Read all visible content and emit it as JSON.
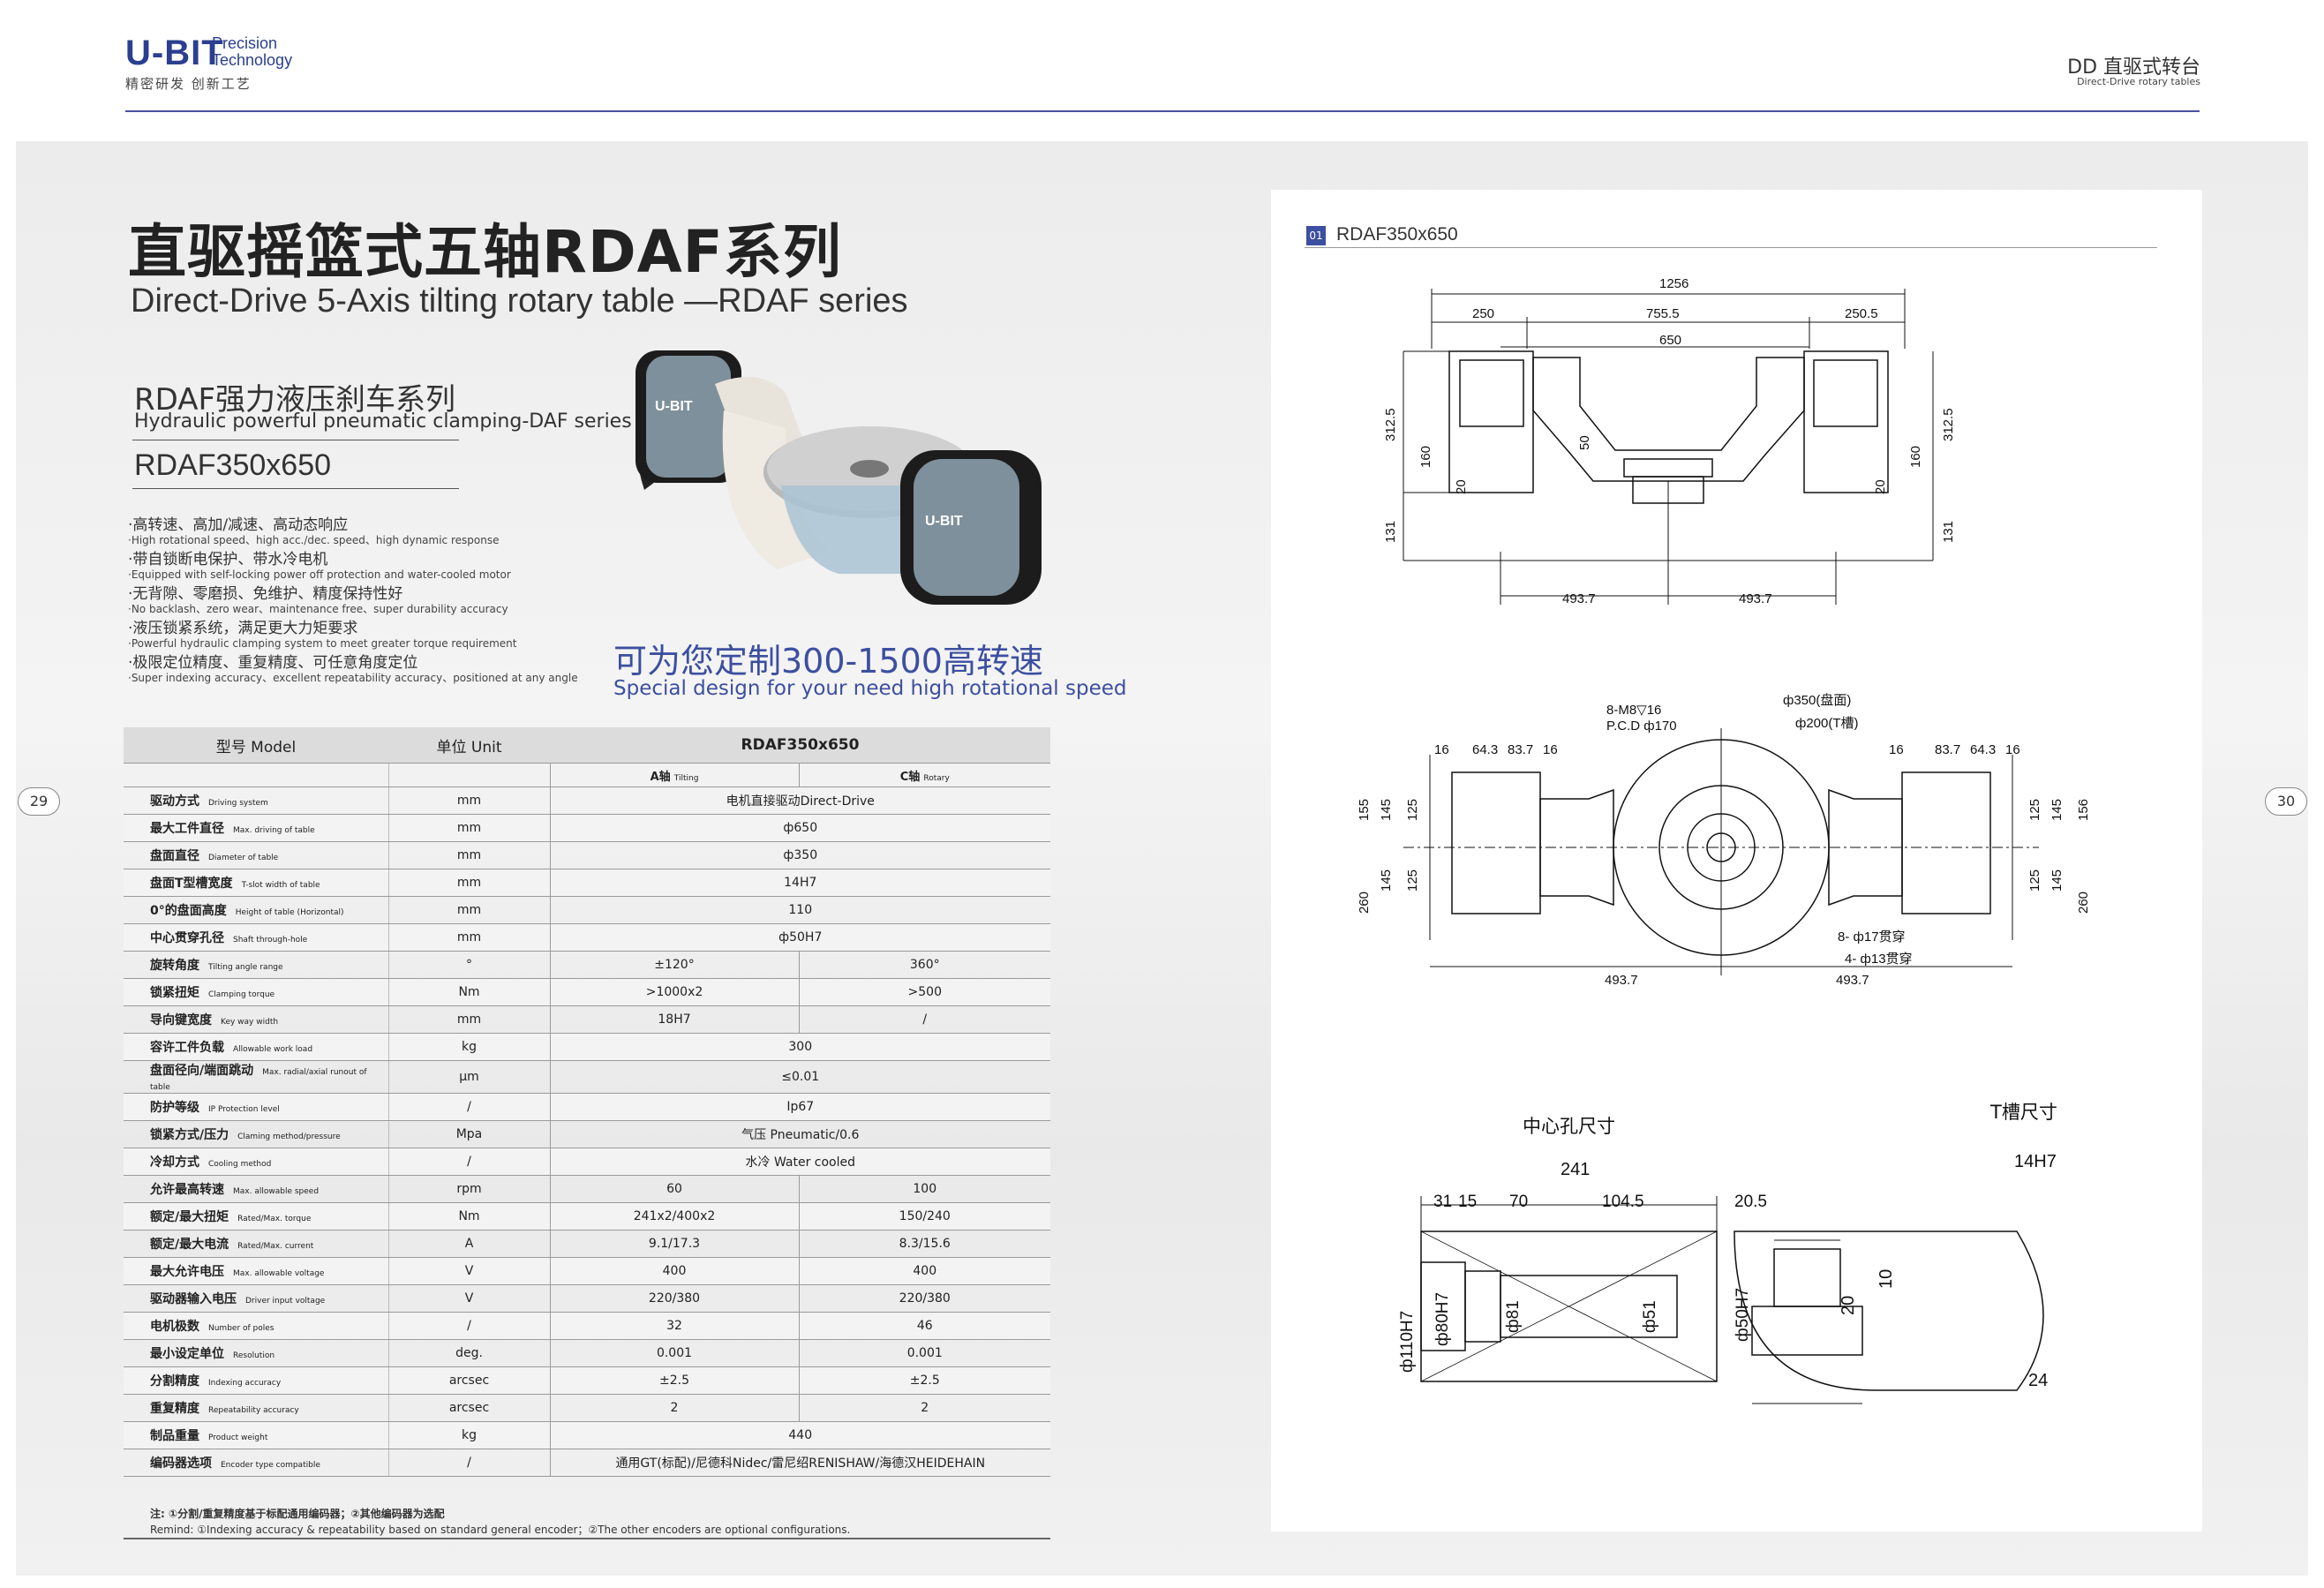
{
  "header": {
    "logo": "U-BIT",
    "logo_sub_1": "Precision",
    "logo_sub_2": "Technology",
    "slogan": "精密研发 创新工艺",
    "title": "DD 直驱式转台",
    "subtitle": "Direct-Drive rotary tables"
  },
  "page_numbers": {
    "left": "29",
    "right": "30"
  },
  "titles": {
    "cn": "直驱摇篮式五轴RDAF系列",
    "en": "Direct-Drive 5-Axis tilting rotary table —RDAF series"
  },
  "series": {
    "cn": "RDAF强力液压刹车系列",
    "en": "Hydraulic powerful pneumatic clamping-DAF series",
    "model": "RDAF350x650"
  },
  "product_image": {
    "logo_text_1": "U-BIT",
    "logo_text_2": "U-BIT"
  },
  "features": [
    {
      "cn": "·高转速、高加/减速、高动态响应",
      "en": "·High rotational speed、high acc./dec. speed、high dynamic response"
    },
    {
      "cn": "·带自锁断电保护、带水冷电机",
      "en": "·Equipped with self-locking power off protection and water-cooled motor"
    },
    {
      "cn": "·无背隙、零磨损、免维护、精度保持性好",
      "en": "·No backlash、zero wear、maintenance free、super durability accuracy"
    },
    {
      "cn": "·液压锁紧系统，满足更大力矩要求",
      "en": "·Powerful hydraulic clamping system to meet greater torque requirement"
    },
    {
      "cn": "·极限定位精度、重复精度、可任意角度定位",
      "en": "·Super indexing accuracy、excellent repeatability accuracy、positioned at any angle"
    }
  ],
  "promo": {
    "cn": "可为您定制300-1500高转速",
    "en": "Special design for your need high rotational speed"
  },
  "table": {
    "col_model": "型号 Model",
    "col_unit": "单位 Unit",
    "col_value": "RDAF350x650",
    "sub_a": "A轴",
    "sub_a_en": "Tilting",
    "sub_c": "C轴",
    "sub_c_en": "Rotary",
    "rows": [
      {
        "cn": "驱动方式",
        "en": "Driving system",
        "unit": "mm",
        "v": "电机直接驱动Direct-Drive"
      },
      {
        "cn": "最大工件直径",
        "en": "Max. driving of table",
        "unit": "mm",
        "v": "ф650"
      },
      {
        "cn": "盘面直径",
        "en": "Diameter of table",
        "unit": "mm",
        "v": "ф350"
      },
      {
        "cn": "盘面T型槽宽度",
        "en": "T-slot width of table",
        "unit": "mm",
        "v": "14H7"
      },
      {
        "cn": "0°的盘面高度",
        "en": "Height of table (Horizontal)",
        "unit": "mm",
        "v": "110"
      },
      {
        "cn": "中心贯穿孔径",
        "en": "Shaft through-hole",
        "unit": "mm",
        "v": "ф50H7"
      },
      {
        "cn": "旋转角度",
        "en": "Tilting angle range",
        "unit": "°",
        "a": "±120°",
        "c": "360°"
      },
      {
        "cn": "锁紧扭矩",
        "en": "Clamping torque",
        "unit": "Nm",
        "a": ">1000x2",
        "c": ">500"
      },
      {
        "cn": "导向键宽度",
        "en": "Key way width",
        "unit": "mm",
        "a": "18H7",
        "c": "/"
      },
      {
        "cn": "容许工件负载",
        "en": "Allowable work load",
        "unit": "kg",
        "v": "300"
      },
      {
        "cn": "盘面径向/端面跳动",
        "en": "Max. radial/axial runout of table",
        "unit": "µm",
        "v": "≤0.01"
      },
      {
        "cn": "防护等级",
        "en": "IP Protection level",
        "unit": "/",
        "v": "Ip67"
      },
      {
        "cn": "锁紧方式/压力",
        "en": "Claming method/pressure",
        "unit": "Mpa",
        "v": "气压 Pneumatic/0.6"
      },
      {
        "cn": "冷却方式",
        "en": "Cooling method",
        "unit": "/",
        "v": "水冷 Water cooled"
      },
      {
        "cn": "允许最高转速",
        "en": "Max. allowable speed",
        "unit": "rpm",
        "a": "60",
        "c": "100"
      },
      {
        "cn": "额定/最大扭矩",
        "en": "Rated/Max. torque",
        "unit": "Nm",
        "a": "241x2/400x2",
        "c": "150/240"
      },
      {
        "cn": "额定/最大电流",
        "en": "Rated/Max. current",
        "unit": "A",
        "a": "9.1/17.3",
        "c": "8.3/15.6"
      },
      {
        "cn": "最大允许电压",
        "en": "Max. allowable voltage",
        "unit": "V",
        "a": "400",
        "c": "400"
      },
      {
        "cn": "驱动器输入电压",
        "en": "Driver input voltage",
        "unit": "V",
        "a": "220/380",
        "c": "220/380"
      },
      {
        "cn": "电机极数",
        "en": "Number of poles",
        "unit": "/",
        "a": "32",
        "c": "46"
      },
      {
        "cn": "最小设定单位",
        "en": "Resolution",
        "unit": "deg.",
        "a": "0.001",
        "c": "0.001"
      },
      {
        "cn": "分割精度",
        "en": "Indexing accuracy",
        "unit": "arcsec",
        "a": "±2.5",
        "c": "±2.5"
      },
      {
        "cn": "重复精度",
        "en": "Repeatability accuracy",
        "unit": "arcsec",
        "a": "2",
        "c": "2"
      },
      {
        "cn": "制品重量",
        "en": "Product weight",
        "unit": "kg",
        "v": "440"
      },
      {
        "cn": "编码器选项",
        "en": "Encoder type compatible",
        "unit": "/",
        "v": "通用GT(标配)/尼德科Nidec/雷尼绍RENISHAW/海德汉HEIDEHAIN"
      }
    ],
    "remark_cn": "注: ①分割/重复精度基于标配通用编码器；②其他编码器为选配",
    "remark_en": "Remind: ①Indexing accuracy & repeatability based on standard general encoder；②The other encoders are optional configurations."
  },
  "drawing": {
    "tag": "01",
    "title": "RDAF350x650",
    "front": {
      "d_total": "1256",
      "d_left": "250",
      "d_mid": "755.5",
      "d_right": "250.5",
      "d_inner": "650",
      "h_left": "312.5",
      "h_right": "312.5",
      "h_160l": "160",
      "h_160r": "160",
      "h_20l": "20",
      "h_20r": "20",
      "h_50": "50",
      "h_131l": "131",
      "h_131r": "131",
      "b_left": "493.7",
      "b_right": "493.7"
    },
    "top": {
      "c1": "8-M8▽16",
      "c2": "P.C.D ф170",
      "c3": "ф350(盘面)",
      "c4": "ф200(T槽)",
      "l16a": "16",
      "l64": "64.3",
      "l83": "83.7",
      "l16b": "16",
      "r16a": "16",
      "r83": "83.7",
      "r64": "64.3",
      "r16b": "16",
      "v155": "155",
      "v145a": "145",
      "v125a": "125",
      "v260l": "260",
      "v145b": "145",
      "v125b": "125",
      "v156": "156",
      "v145c": "145",
      "v125c": "125",
      "v260r": "260",
      "v145d": "145",
      "v125d": "125",
      "hole1": "8- ф17贯穿",
      "hole2": "4- ф13贯穿",
      "b_left": "493.7",
      "b_right": "493.7"
    },
    "center_hole": {
      "title": "中心孔尺寸",
      "d241": "241",
      "d31": "31",
      "d15": "15",
      "d70": "70",
      "d104": "104.5",
      "d20": "20.5",
      "p110": "ф110H7",
      "p80": "ф80H7",
      "p81": "ф81",
      "p51": "ф51",
      "p50": "ф50H7"
    },
    "t_slot": {
      "title": "T槽尺寸",
      "w14": "14H7",
      "h20": "20",
      "h10": "10",
      "w24": "24"
    }
  }
}
